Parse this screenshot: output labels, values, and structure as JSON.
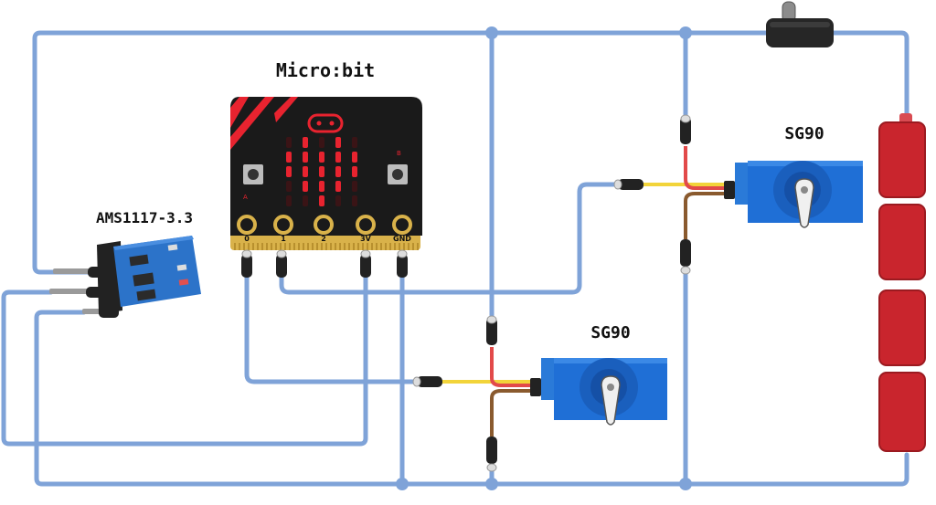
{
  "microbit": {
    "title": "Micro:bit",
    "pins": [
      "0",
      "1",
      "2",
      "3V",
      "GND"
    ],
    "button_a": "A",
    "button_b": "B",
    "led_color": "#e8232f"
  },
  "regulator": {
    "title": "AMS1117-3.3"
  },
  "servo_top": {
    "title": "SG90"
  },
  "servo_bottom": {
    "title": "SG90"
  },
  "colors": {
    "wire": "#7fa3d8",
    "servo_body": "#1f6fd6",
    "battery": "#c9252d",
    "board": "#1a1a1a",
    "gold": "#d9b24a",
    "signal_wire": "#f2d43a",
    "power_wire": "#e24a4a",
    "ground_wire": "#8a5a2e"
  },
  "icons": {
    "switch": "toggle-switch-icon",
    "battery": "battery-cell-icon"
  }
}
